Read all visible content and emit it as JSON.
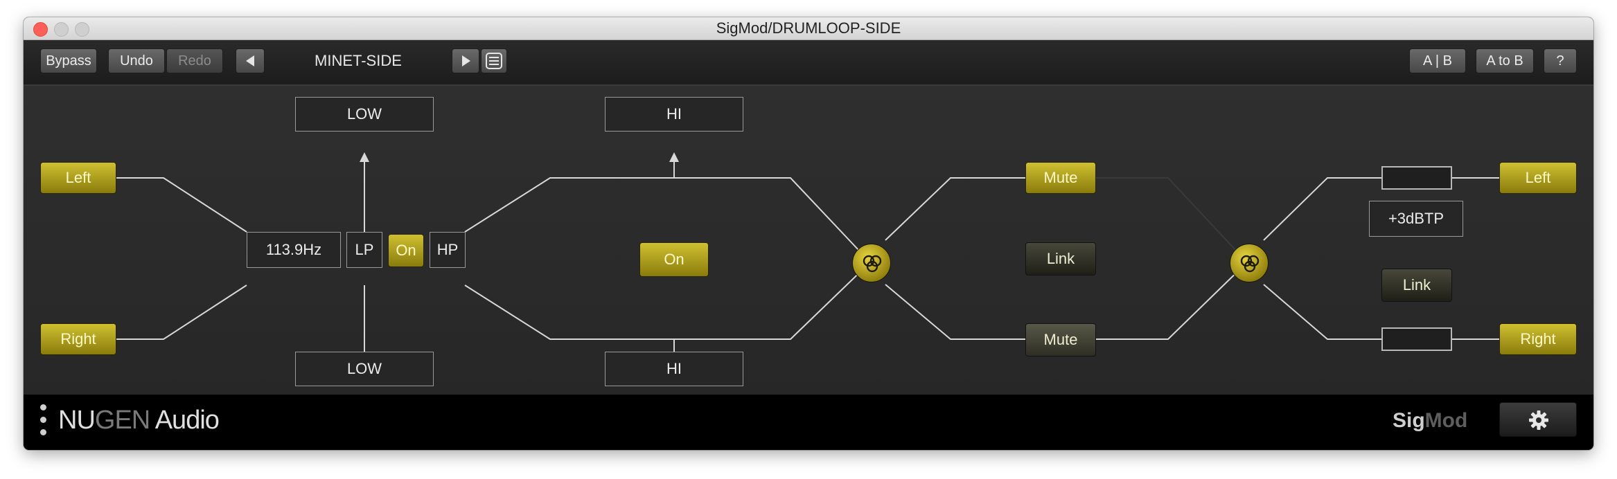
{
  "window": {
    "title": "SigMod/DRUMLOOP-SIDE"
  },
  "toolbar": {
    "bypass": "Bypass",
    "undo": "Undo",
    "redo": "Redo",
    "preset_name": "MINET-SIDE",
    "ab": "A | B",
    "a_to_b": "A to B",
    "help": "?"
  },
  "routing": {
    "input_left": "Left",
    "input_right": "Right",
    "crossover_freq": "113.9Hz",
    "lp": "LP",
    "crossover_on": "On",
    "hp": "HP",
    "low_top": "LOW",
    "low_bottom": "LOW",
    "hi_top": "HI",
    "hi_bottom": "HI",
    "center_on": "On",
    "mute_top": "Mute",
    "mute_bottom": "Mute",
    "mute_link": "Link",
    "gain_label": "+3dBTP",
    "output_link": "Link",
    "output_left": "Left",
    "output_right": "Right"
  },
  "footer": {
    "brand_nu": "NU",
    "brand_gen": "GEN",
    "brand_audio": " Audio",
    "product_sig": "Sig",
    "product_mod": "Mod"
  },
  "colors": {
    "accent_yellow": "#c8b62a",
    "background": "#2b2b2b",
    "line": "#d8d8d8"
  },
  "icons": {
    "prev": "triangle-left",
    "next": "triangle-right",
    "preset_list": "list-icon",
    "settings": "gear-icon",
    "mixer": "triple-circle-icon"
  }
}
